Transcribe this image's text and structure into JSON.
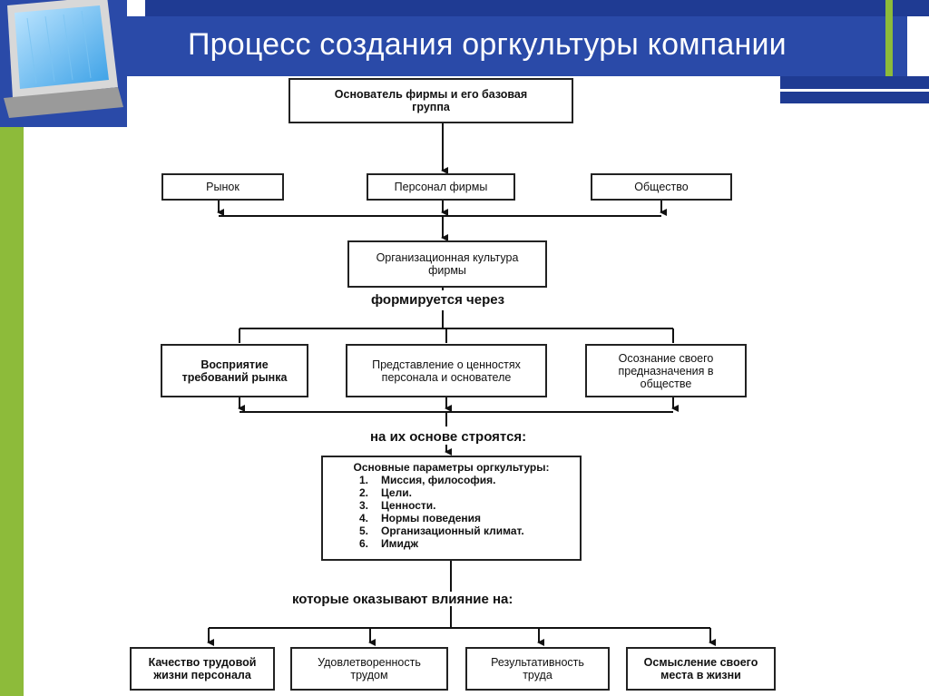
{
  "slide": {
    "title": "Процесс создания оргкультуры компании"
  },
  "diagram": {
    "founder": "Основатель фирмы и его базовая группа",
    "sources": [
      "Рынок",
      "Персонал фирмы",
      "Общество"
    ],
    "culture": "Организационная культура фирмы",
    "label_forms": "формируется через",
    "channels": [
      "Восприятие требований рынка",
      "Представление о ценностях персонала и основателе",
      "Осознание своего предназначения в обществе"
    ],
    "label_basis": "на их основе строятся:",
    "params": {
      "title": "Основные параметры оргкультуры:",
      "items": [
        {
          "num": "1.",
          "text": "Миссия, философия."
        },
        {
          "num": "2.",
          "text": "Цели."
        },
        {
          "num": "3.",
          "text": "Ценности."
        },
        {
          "num": "4.",
          "text": "Нормы поведения"
        },
        {
          "num": "5.",
          "text": "Организационный климат."
        },
        {
          "num": "6.",
          "text": "Имидж"
        }
      ]
    },
    "label_influence": "которые оказывают влияние на:",
    "outcomes": [
      "Качество трудовой жизни персонала",
      "Удовлетворенность трудом",
      "Результативность труда",
      "Осмысление своего места в жизни"
    ]
  },
  "colors": {
    "header_blue": "#2a4aa8",
    "dark_blue": "#1f3b93",
    "accent_green": "#8dbb3a"
  }
}
